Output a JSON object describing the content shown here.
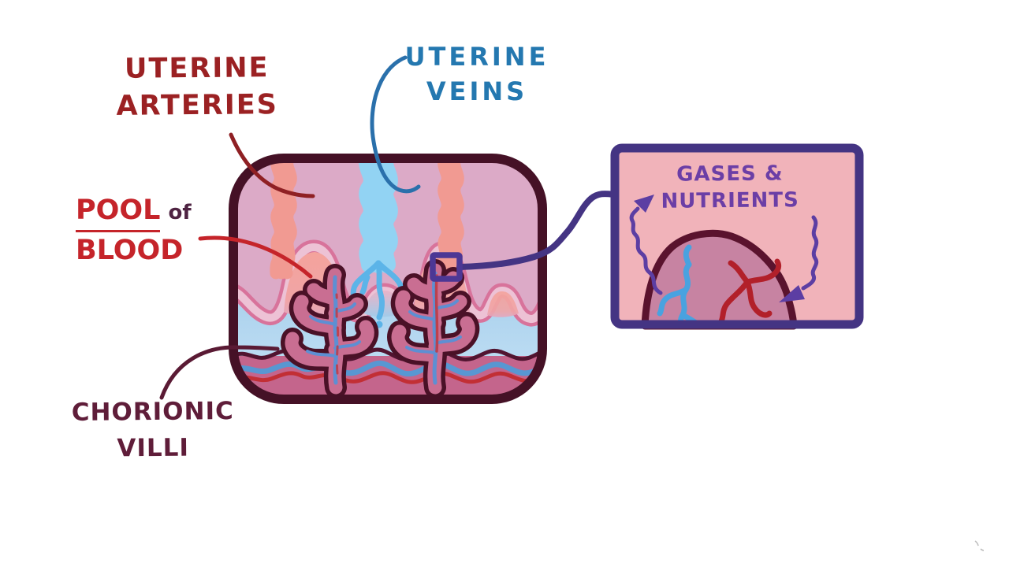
{
  "labels": {
    "uterine_arteries": {
      "line1": "UTERINE",
      "line2": "ARTERIES",
      "color": "#9b2123"
    },
    "uterine_veins": {
      "line1": "UTERINE",
      "line2": "VEINS",
      "color": "#2478b0"
    },
    "pool_of_blood": {
      "word1": "POOL",
      "word2": "of",
      "word3": "BLOOD",
      "color": "#c5242a",
      "of_color": "#4e2342"
    },
    "chorionic_villi": {
      "line1": "CHORIONIC",
      "line2": "VILLI",
      "color": "#5f1d39"
    },
    "inset": {
      "line1": "GASES &",
      "line2": "NUTRIENTS",
      "color": "#6b3ea6"
    }
  },
  "palette": {
    "outline_maroon": "#451126",
    "wall_pink": "#dcaac7",
    "pool_salmon": "#f3a49d",
    "intervillous_blue": "#a9cfec",
    "decidua_band": "#c4658c",
    "villus_mauve": "#c96e92",
    "artery_red": "#a8282c",
    "artery_fill": "#f19a92",
    "vein_blue": "#3e88c6",
    "vein_fill": "#92d3f3",
    "inset_border_purple": "#443483",
    "inset_bg_pink": "#f1b3ba",
    "inset_dome": "#c783a2",
    "arrow_purple": "#5c3ea3",
    "inset_vein": "#49a2e0",
    "inset_artery": "#b2202a"
  }
}
